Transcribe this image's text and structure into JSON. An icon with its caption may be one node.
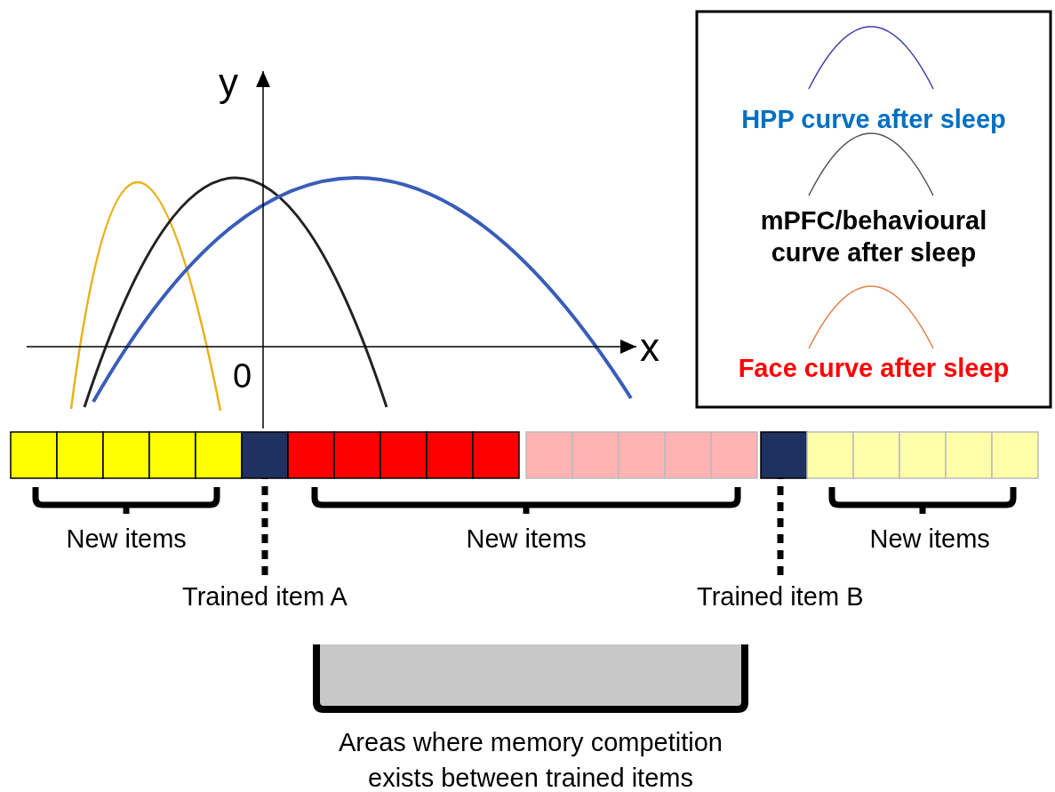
{
  "diagram": {
    "nodes": [
      {
        "text": [
          "Trained item A"
        ]
      },
      {
        "text": [],
        "shape": "box"
      },
      {
        "text": [
          "Trained item B"
        ]
      },
      {
        "text": [],
        "shape": "box"
      },
      {
        "text": [],
        "shape": "box",
        "beside": [
          "Areas where memory competition exists between trained items"
        ]
      }
    ],
    "edges": [
      {
        "from": 0,
        "to": 1,
        "arrow": "none",
        "style": "dashed"
      },
      {
        "from": 2,
        "to": 3,
        "arrow": "none",
        "style": "dashed"
      }
    ],
    "labels": [
      "y",
      "x",
      "0",
      "New items",
      "New items",
      "New items"
    ],
    "legend": [
      {
        "text": "HPP curve after sleep"
      },
      {
        "text": "mPFC/behavioural curve after sleep"
      },
      {
        "text": "Face curve after sleep"
      }
    ]
  }
}
